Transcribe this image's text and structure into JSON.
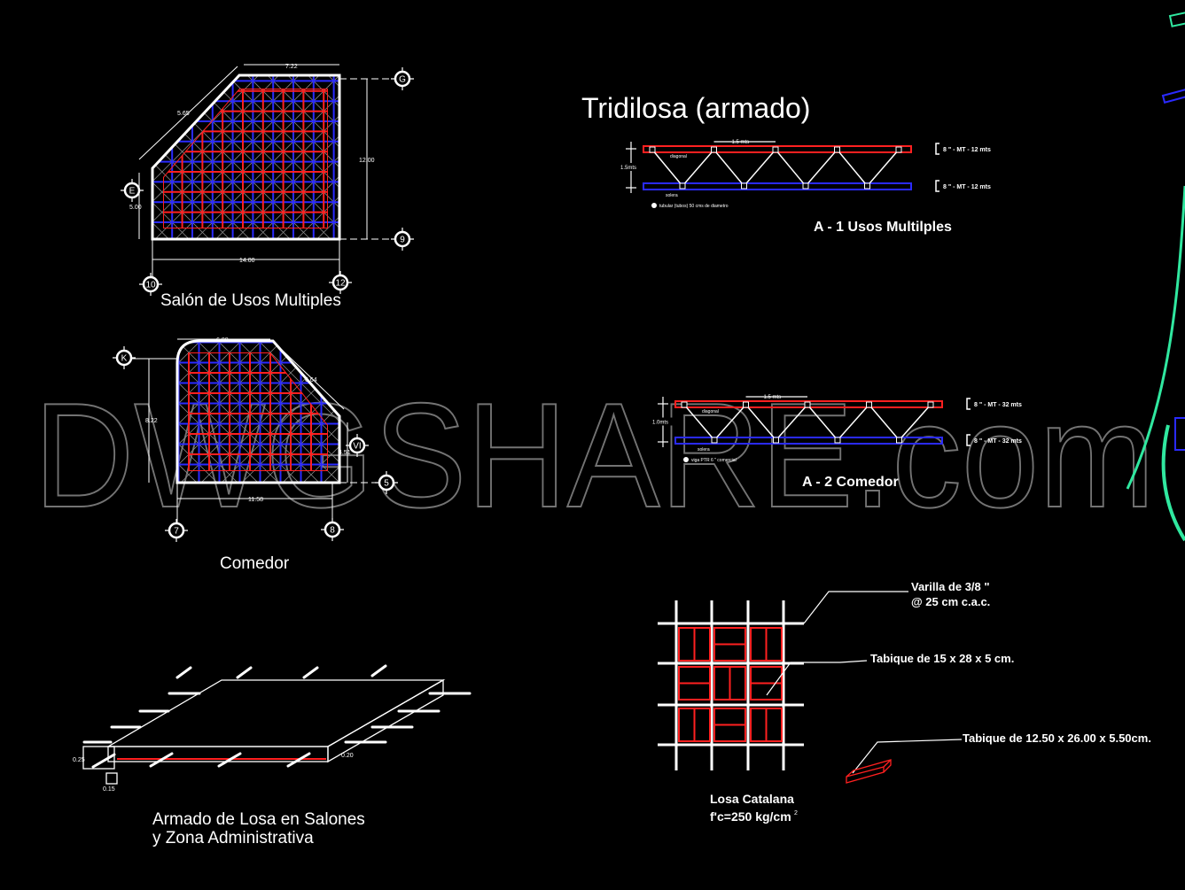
{
  "colors": {
    "background": "#000000",
    "red": "#ff2020",
    "blue": "#2a2aff",
    "white": "#ffffff",
    "green": "#30e8a0"
  },
  "plan1": {
    "title": "Salón de Usos Multiples",
    "dims": [
      "7.22",
      "5.65",
      "12.00",
      "5.00",
      "14.00"
    ],
    "axes": [
      "G",
      "E",
      "9",
      "10",
      "12"
    ]
  },
  "plan2": {
    "title": "Comedor",
    "dims": [
      "6.88",
      "6.64",
      "8.22",
      "4.51",
      "11.58"
    ],
    "axes": [
      "K",
      "VI",
      "5",
      "7",
      "8"
    ]
  },
  "truss": {
    "title": "Tridilosa (armado)",
    "a1": {
      "title": "A - 1 Usos Multilples",
      "spacing": "1.5 mts",
      "height": "1.5mts",
      "top_label": "8 \" - MT - 12 mts",
      "bottom_label": "8 \" - MT - 12 mts",
      "diagonal": "diagonal",
      "solera": "solera",
      "note": "tubular (tubos) 50 cms de diametro"
    },
    "a2": {
      "title": "A - 2  Comedor",
      "spacing": "1.5 mts",
      "height": "1.0mts",
      "top_label": "8 \" - MT - 32 mts",
      "bottom_label": "8 \" - MT - 32 mts",
      "diagonal": "diagonal",
      "solera": "solera",
      "note": "viga PTR 6 \" comercial"
    }
  },
  "slab": {
    "title_line1": "Armado de Losa en Salones",
    "title_line2": "y Zona Administrativa",
    "dims": [
      "0.25",
      "0.20",
      "0.15"
    ]
  },
  "catalana": {
    "title": "Losa Catalana",
    "strength": "f'c=250 kg/cm",
    "strength_sup": "2",
    "rebar_line1": "Varilla de 3/8 \"",
    "rebar_line2": "@ 25 cm c.a.c.",
    "brick1": "Tabique de 15 x 28 x 5 cm.",
    "brick2": "Tabique de 12.50 x 26.00 x 5.50cm."
  },
  "watermark": "DWGSHARE.com"
}
